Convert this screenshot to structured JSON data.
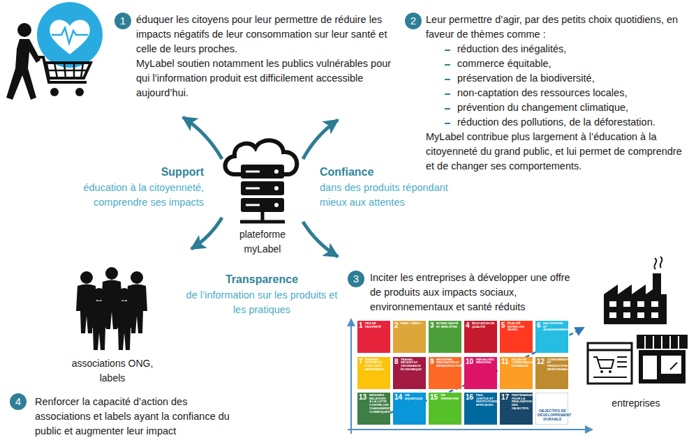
{
  "diagram": {
    "nodes": [
      {
        "text": [
          "éduquer les citoyens pour leur permettre de réduire les impacts négatifs de leur consommation sur leur santé et celle de leurs proches.",
          "MyLabel soutien notamment les publics vulnérables pour qui l’information produit est difficilement accessible aujourd’hui."
        ]
      },
      {
        "text": [
          "Leur permettre d’agir, par des petits choix quotidiens, en faveur de thèmes comme :",
          "réduction des inégalités,",
          "commerce équitable,",
          "préservation de la biodiversité,",
          "non-captation des ressources locales,",
          "prévention du changement climatique,",
          "réduction des pollutions, de la déforestation.",
          "MyLabel contribue plus largement à l’éducation à la citoyenneté du grand public, et lui permet de comprendre et de changer ses comportements."
        ]
      },
      {
        "text": [
          "plateforme myLabel"
        ]
      },
      {
        "text": [
          "associations ONG, labels"
        ]
      },
      {
        "text": [
          "Inciter les entreprises à développer une offre de produits aux impacts sociaux, environnementaux et santé réduits"
        ]
      },
      {
        "text": [
          "entreprises"
        ]
      }
    ],
    "edges": [
      {
        "from": 2,
        "to": 0,
        "arrow": "to"
      },
      {
        "from": 2,
        "to": 1,
        "arrow": "to"
      },
      {
        "from": 2,
        "to": 3,
        "arrow": "to"
      },
      {
        "from": 2,
        "to": 4,
        "arrow": "to"
      }
    ],
    "labels": [
      "1",
      "2",
      "3",
      "4",
      "Support",
      "éducation à la citoyenneté, comprendre ses impacts",
      "Confiance",
      "dans des produits répondant mieux aux attentes",
      "Transparence",
      "de l’information sur les produits et les pratiques",
      "Renforcer la capacité d’action des associations et labels ayant la confiance du public et augmenter leur impact",
      "1",
      "PAS DE PAUVRETÉ",
      "2",
      "FAIM « ZÉRO »",
      "3",
      "BONNE SANTÉ ET BIEN-ÊTRE",
      "4",
      "ÉDUCATION DE QUALITÉ",
      "5",
      "ÉGALITÉ ENTRE LES SEXES",
      "6",
      "EAU PROPRE ET ASSAINISSEMENT",
      "7",
      "ÉNERGIE PROPRE ET D’UN COÛT ABORDABLE",
      "8",
      "TRAVAIL DÉCENT ET CROISSANCE ÉCONOMIQUE",
      "9",
      "INDUSTRIE, INNOVATION ET INFRASTRUCTURE",
      "10",
      "INÉGALITÉS RÉDUITES",
      "11",
      "VILLES ET COMMUNAUTÉS DURABLES",
      "12",
      "CONSOMMATION ET PRODUCTION RESPONSABLES",
      "13",
      "MESURES RELATIVES À LA LUTTE CONTRE LES CHANGEMENTS CLIMATIQUES",
      "14",
      "VIE AQUATIQUE",
      "15",
      "VIE TERRESTRE",
      "16",
      "PAIX, JUSTICE ET INSTITUTIONS EFFICACES",
      "17",
      "PARTENARIATS POUR LA RÉALISATION DES OBJECTIFS",
      "OBJECTIFS DE DÉVELOPPEMENT DURABLE"
    ]
  }
}
